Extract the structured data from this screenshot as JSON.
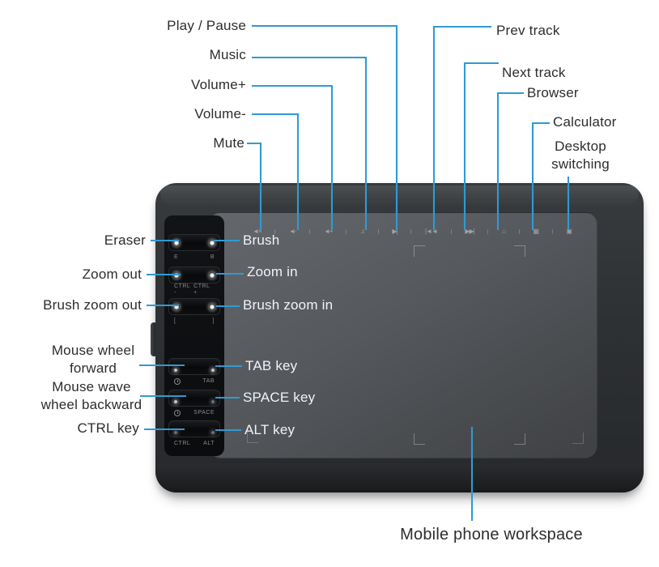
{
  "colors": {
    "leader_line": "#2f9bd3",
    "label_text": "#2b2d2f",
    "white_label_text": "#f2f3f4",
    "tablet_body": "#2e3134",
    "tablet_surface": "#55585c"
  },
  "top_left_labels": [
    {
      "text": "Play / Pause"
    },
    {
      "text": "Music"
    },
    {
      "text": "Volume+"
    },
    {
      "text": "Volume-"
    },
    {
      "text": "Mute"
    }
  ],
  "top_right_labels": [
    {
      "text": "Prev track"
    },
    {
      "text": "Next track"
    },
    {
      "text": "Browser"
    },
    {
      "text": "Calculator"
    },
    {
      "text": "Desktop switching"
    }
  ],
  "left_labels": [
    {
      "text": "Eraser"
    },
    {
      "text": "Zoom out"
    },
    {
      "text": "Brush zoom out"
    },
    {
      "text": "Mouse wheel forward"
    },
    {
      "text": "Mouse wave wheel backward"
    },
    {
      "text": "CTRL key"
    }
  ],
  "inner_labels": [
    {
      "text": "Brush"
    },
    {
      "text": "Zoom in"
    },
    {
      "text": "Brush zoom in"
    },
    {
      "text": "TAB key"
    },
    {
      "text": "SPACE key"
    },
    {
      "text": "ALT key"
    }
  ],
  "bottom_label": {
    "text": "Mobile phone workspace"
  },
  "tablet": {
    "touch_icons": [
      {
        "name": "mute-icon",
        "glyph": "◄×"
      },
      {
        "name": "volume-down-icon",
        "glyph": "◄-"
      },
      {
        "name": "volume-up-icon",
        "glyph": "◄+"
      },
      {
        "name": "music-icon",
        "glyph": "♫"
      },
      {
        "name": "play-pause-icon",
        "glyph": "▶|"
      },
      {
        "name": "prev-track-icon",
        "glyph": "|◄◄"
      },
      {
        "name": "next-track-icon",
        "glyph": "▶▶|"
      },
      {
        "name": "browser-icon",
        "glyph": "⌂"
      },
      {
        "name": "calculator-icon",
        "glyph": "▦"
      },
      {
        "name": "desktop-switch-icon",
        "glyph": "▣"
      }
    ],
    "express_keys": [
      {
        "left": "E",
        "right": "B"
      },
      {
        "left": "CTRL -",
        "right": "CTRL +"
      },
      {
        "left": "[",
        "right": "]"
      },
      {
        "left": "",
        "right": "TAB"
      },
      {
        "left": "",
        "right": "SPACE"
      },
      {
        "left": "CTRL",
        "right": "ALT"
      }
    ]
  }
}
